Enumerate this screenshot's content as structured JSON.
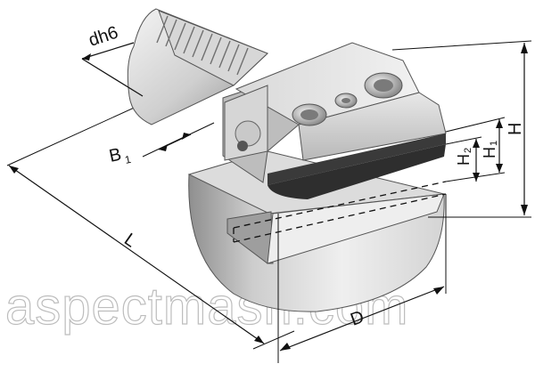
{
  "labels": {
    "shank_diameter": "dh6",
    "length": "L",
    "offset_base": "B",
    "offset_sub": "1",
    "height_total": "H",
    "height_1_base": "H",
    "height_1_sub": "1",
    "height_2_base": "H",
    "height_2_sub": "2",
    "diameter": "D"
  },
  "watermark": "aspectmash.com",
  "colors": {
    "metal_light": "#e6e6e6",
    "metal_mid": "#c4c4c4",
    "metal_dark": "#8a8a8a",
    "seat_dark": "#3a3a3a",
    "dimension_line": "#111111",
    "watermark": "#bdbdbd"
  }
}
